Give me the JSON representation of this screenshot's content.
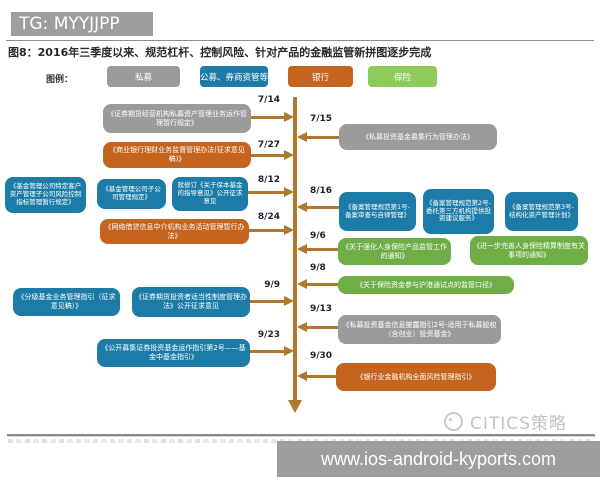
{
  "header": {
    "badge": "TG: MYYJJPP"
  },
  "figure": {
    "title": "图8：2016年三季度以来、规范杠杆、控制风险、针对产品的金融监管新拼图逐步完成"
  },
  "legend": {
    "label": "图例：",
    "items": [
      {
        "label": "私募",
        "category": "gray"
      },
      {
        "label": "公募、券商资管等",
        "category": "blue"
      },
      {
        "label": "银行",
        "category": "orange"
      },
      {
        "label": "保险",
        "category": "legend_green"
      }
    ]
  },
  "colors": {
    "gray": "#9b9b9b",
    "blue": "#1d7ca7",
    "orange": "#c4641e",
    "green": "#6fae47",
    "legend_green": "#8ecb5b",
    "axis": "#b0782c"
  },
  "timeline": {
    "events": [
      {
        "side": "left",
        "date": "7/14",
        "boxes": [
          {
            "category": "gray",
            "text": "《证券期货经营机构私募资产管理业务运作管理暂行规定》"
          }
        ]
      },
      {
        "side": "right",
        "date": "7/15",
        "boxes": [
          {
            "category": "gray",
            "text": "《私募投资基金募集行为管理办法》"
          }
        ]
      },
      {
        "side": "left",
        "date": "7/27",
        "boxes": [
          {
            "category": "orange",
            "text": "《商业银行理财业务监督管理办法(征求意见稿)》"
          }
        ]
      },
      {
        "side": "left",
        "date": "8/12",
        "boxes": [
          {
            "category": "blue",
            "text": "《基金管理公司特定客户资产管理子公司风险控制指标管理暂行规定》"
          },
          {
            "category": "blue",
            "text": "《基金管理公司子公司管理规定》"
          },
          {
            "category": "blue",
            "text": "就修订《关于保本基金的指导意见》公开征求意见"
          }
        ]
      },
      {
        "side": "right",
        "date": "8/16",
        "boxes": [
          {
            "category": "blue",
            "text": "《备案管理规范第1号-备案审查与自律管理》"
          },
          {
            "category": "blue",
            "text": "《备案管理规范第2号-委托第三方机构提供投资建议服务》"
          },
          {
            "category": "blue",
            "text": "《备案管理规范第3号-结构化资产管理计划》"
          }
        ]
      },
      {
        "side": "left",
        "date": "8/24",
        "boxes": [
          {
            "category": "orange",
            "text": "《网络借贷信息中介机构业务活动管理暂行办法》"
          }
        ]
      },
      {
        "side": "right",
        "date": "9/6",
        "boxes": [
          {
            "category": "green",
            "text": "《关于强化人身保险产品监管工作的通知》"
          },
          {
            "category": "green",
            "text": "《进一步完善人身保险精算制度有关事项的通知》"
          }
        ]
      },
      {
        "side": "right",
        "date": "9/8",
        "boxes": [
          {
            "category": "green",
            "text": "《关于保险资金参与沪港通试点的监管口径》"
          }
        ]
      },
      {
        "side": "left",
        "date": "9/9",
        "boxes": [
          {
            "category": "blue",
            "text": "《分级基金业务管理指引（征求意见稿）》"
          },
          {
            "category": "blue",
            "text": "《证券期货投资者适当性制度管理办法》公开征求意见"
          }
        ]
      },
      {
        "side": "right",
        "date": "9/13",
        "boxes": [
          {
            "category": "gray",
            "text": "《私募投资基金信息披露指引2号-适用于私募股权（含创业）投资基金》"
          }
        ]
      },
      {
        "side": "left",
        "date": "9/23",
        "boxes": [
          {
            "category": "blue",
            "text": "《公开募集证券投资基金运作指引第2号——基金中基金指引》"
          }
        ]
      },
      {
        "side": "right",
        "date": "9/30",
        "boxes": [
          {
            "category": "orange",
            "text": "《银行业金融机构全面风险管理指引》"
          }
        ]
      }
    ]
  },
  "footer": {
    "watermark": "CITICS策略",
    "site": "www.ios-android-kyports.com"
  }
}
